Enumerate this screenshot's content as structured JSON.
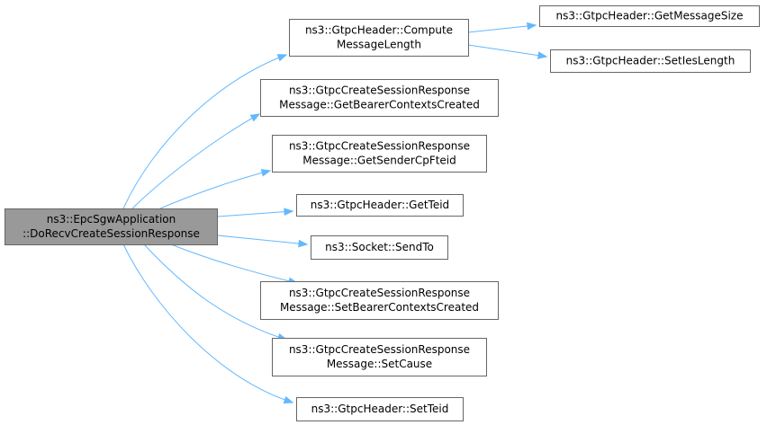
{
  "graph": {
    "nodes": [
      {
        "id": "root",
        "lines": [
          "ns3::EpcSgwApplication",
          "::DoRecvCreateSessionResponse"
        ],
        "root": true
      },
      {
        "id": "compute",
        "lines": [
          "ns3::GtpcHeader::Compute",
          "MessageLength"
        ]
      },
      {
        "id": "getmsgsize",
        "lines": [
          "ns3::GtpcHeader::GetMessageSize"
        ]
      },
      {
        "id": "setieslength",
        "lines": [
          "ns3::GtpcHeader::SetIesLength"
        ]
      },
      {
        "id": "getbearer",
        "lines": [
          "ns3::GtpcCreateSessionResponse",
          "Message::GetBearerContextsCreated"
        ]
      },
      {
        "id": "getsender",
        "lines": [
          "ns3::GtpcCreateSessionResponse",
          "Message::GetSenderCpFteid"
        ]
      },
      {
        "id": "getteid",
        "lines": [
          "ns3::GtpcHeader::GetTeid"
        ]
      },
      {
        "id": "sendto",
        "lines": [
          "ns3::Socket::SendTo"
        ]
      },
      {
        "id": "setbearer",
        "lines": [
          "ns3::GtpcCreateSessionResponse",
          "Message::SetBearerContextsCreated"
        ]
      },
      {
        "id": "setcause",
        "lines": [
          "ns3::GtpcCreateSessionResponse",
          "Message::SetCause"
        ]
      },
      {
        "id": "setteid",
        "lines": [
          "ns3::GtpcHeader::SetTeid"
        ]
      }
    ],
    "edges": [
      {
        "from": "root",
        "to": "compute"
      },
      {
        "from": "root",
        "to": "getbearer"
      },
      {
        "from": "root",
        "to": "getsender"
      },
      {
        "from": "root",
        "to": "getteid"
      },
      {
        "from": "root",
        "to": "sendto"
      },
      {
        "from": "root",
        "to": "setbearer"
      },
      {
        "from": "root",
        "to": "setcause"
      },
      {
        "from": "root",
        "to": "setteid"
      },
      {
        "from": "compute",
        "to": "getmsgsize"
      },
      {
        "from": "compute",
        "to": "setieslength"
      }
    ],
    "colors": {
      "edge": "#63b8ff",
      "root_fill": "#999999",
      "border": "#666666"
    }
  }
}
